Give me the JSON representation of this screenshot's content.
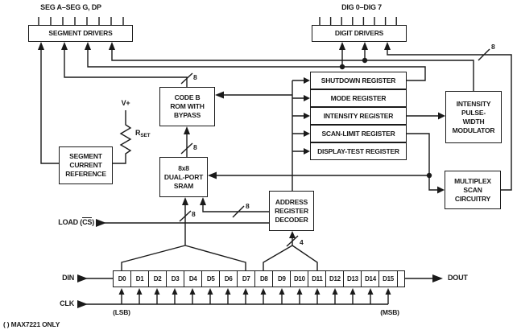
{
  "diagram": {
    "caption": "( ) MAX7221 ONLY",
    "top": {
      "seg_bus_label": "SEG A–SEG G, DP",
      "dig_bus_label": "DIG 0–DIG 7",
      "segment_drivers": "SEGMENT DRIVERS",
      "digit_drivers": "DIGIT DRIVERS"
    },
    "blocks": {
      "code_b_rom": [
        "CODE B",
        "ROM WITH",
        "BYPASS"
      ],
      "sram": [
        "8x8",
        "DUAL-PORT",
        "SRAM"
      ],
      "segment_current_reference": [
        "SEGMENT",
        "CURRENT",
        "REFERENCE"
      ],
      "intensity_pwm": [
        "INTENSITY",
        "PULSE-",
        "WIDTH",
        "MODULATOR"
      ],
      "multiplex_scan": [
        "MULTIPLEX",
        "SCAN",
        "CIRCUITRY"
      ],
      "address_register_decoder": [
        "ADDRESS",
        "REGISTER",
        "DECODER"
      ]
    },
    "registers": [
      "SHUTDOWN REGISTER",
      "MODE REGISTER",
      "INTENSITY REGISTER",
      "SCAN-LIMIT REGISTER",
      "DISPLAY-TEST REGISTER"
    ],
    "shift_register": {
      "cells": [
        "D0",
        "D1",
        "D2",
        "D3",
        "D4",
        "D5",
        "D6",
        "D7",
        "D8",
        "D9",
        "D10",
        "D11",
        "D12",
        "D13",
        "D14",
        "D15"
      ],
      "lsb": "(LSB)",
      "msb": "(MSB)"
    },
    "pins": {
      "din": "DIN",
      "clk": "CLK",
      "dout": "DOUT",
      "load_prefix": "LOAD (",
      "load_cs": "CS",
      "load_suffix": ")"
    },
    "power": {
      "vplus": "V+",
      "rset_main": "R",
      "rset_sub": "SET"
    },
    "bus_widths": {
      "rom_out": "8",
      "sram_to_rom": "8",
      "data_in": "8",
      "decoder_to_sram": "8",
      "addr_in": "4",
      "digit_bus": "8"
    },
    "colors": {
      "line": "#1a1a1a",
      "bg": "#ffffff"
    }
  }
}
